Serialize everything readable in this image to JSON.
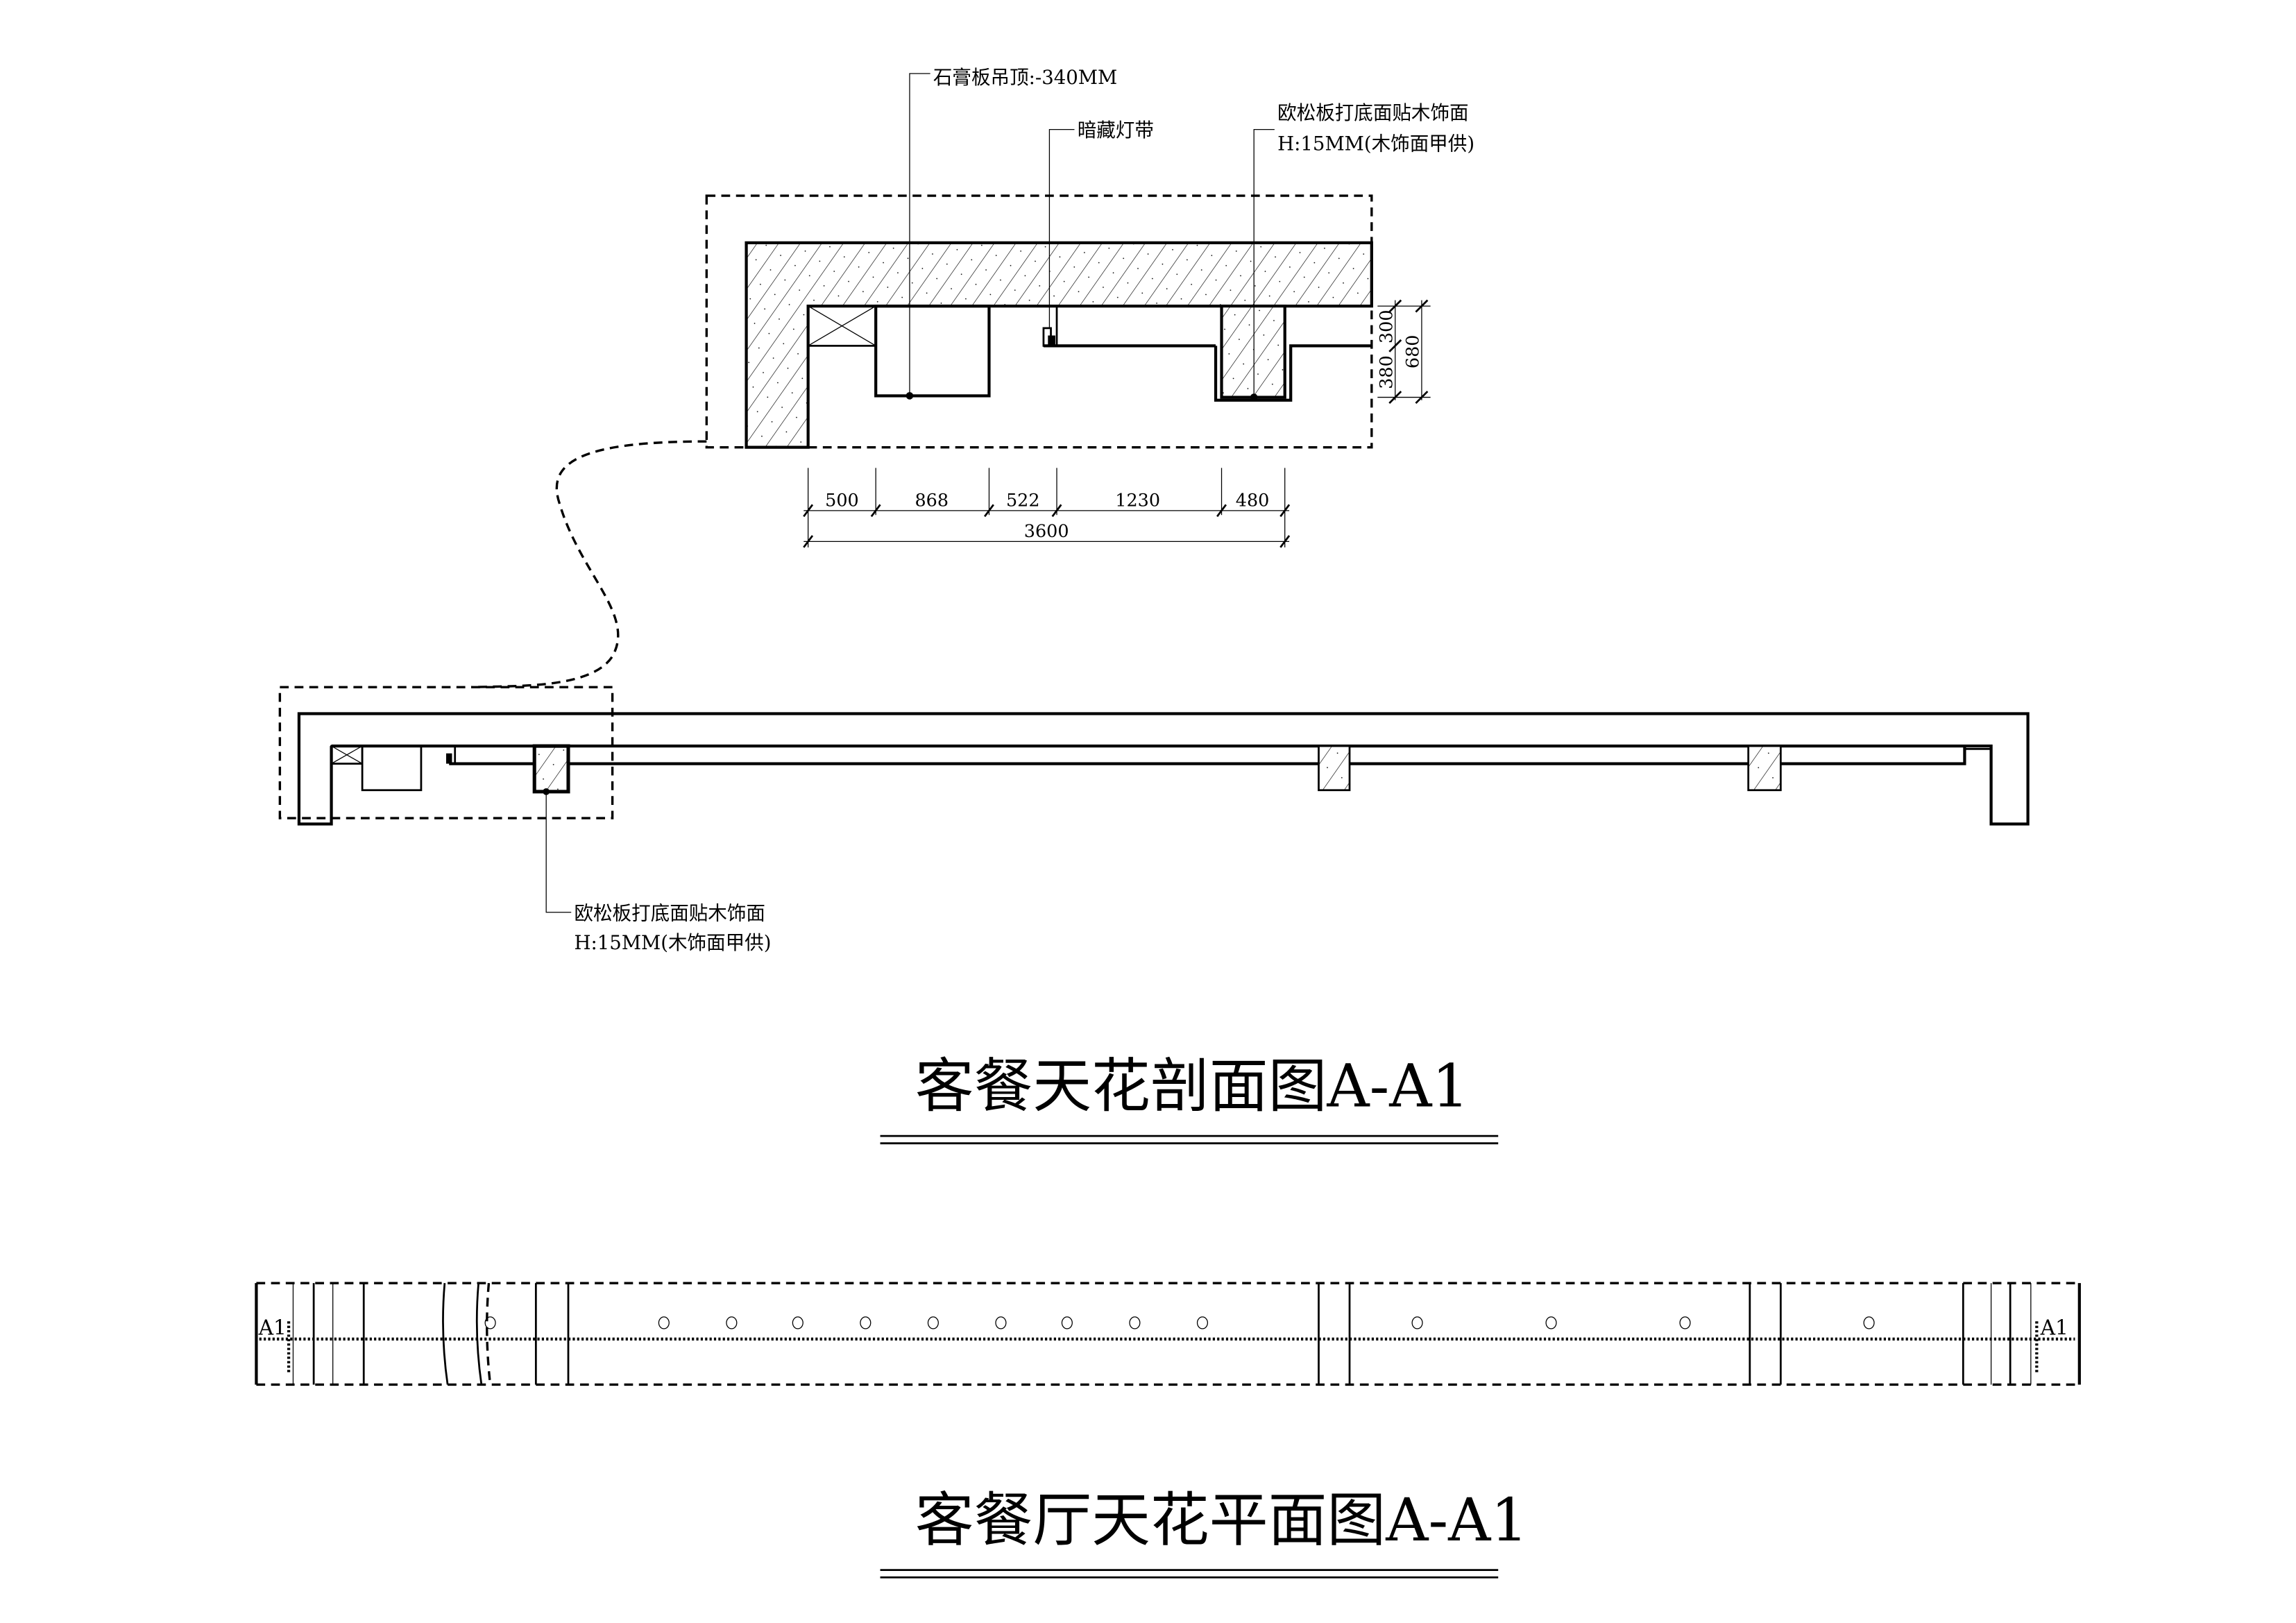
{
  "detail": {
    "callouts": {
      "gypsum_ceiling": "石膏板吊顶:-340MM",
      "hidden_light": "暗藏灯带",
      "osb_line1": "欧松板打底面贴木饰面",
      "osb_line2": "H:15MM(木饰面甲供)"
    },
    "dims_horizontal": [
      "500",
      "868",
      "522",
      "1230",
      "480"
    ],
    "dim_total": "3600",
    "dims_vertical": [
      "300",
      "380",
      "680"
    ]
  },
  "section": {
    "callout_line1": "欧松板打底面贴木饰面",
    "callout_line2": "H:15MM(木饰面甲供)",
    "title": "客餐天花剖面图A-A1"
  },
  "plan": {
    "mark_left": "A1",
    "mark_right": "A1",
    "title": "客餐厅天花平面图A-A1",
    "downlight_count": 14
  },
  "colors": {
    "line": "#000000",
    "background": "#ffffff"
  }
}
